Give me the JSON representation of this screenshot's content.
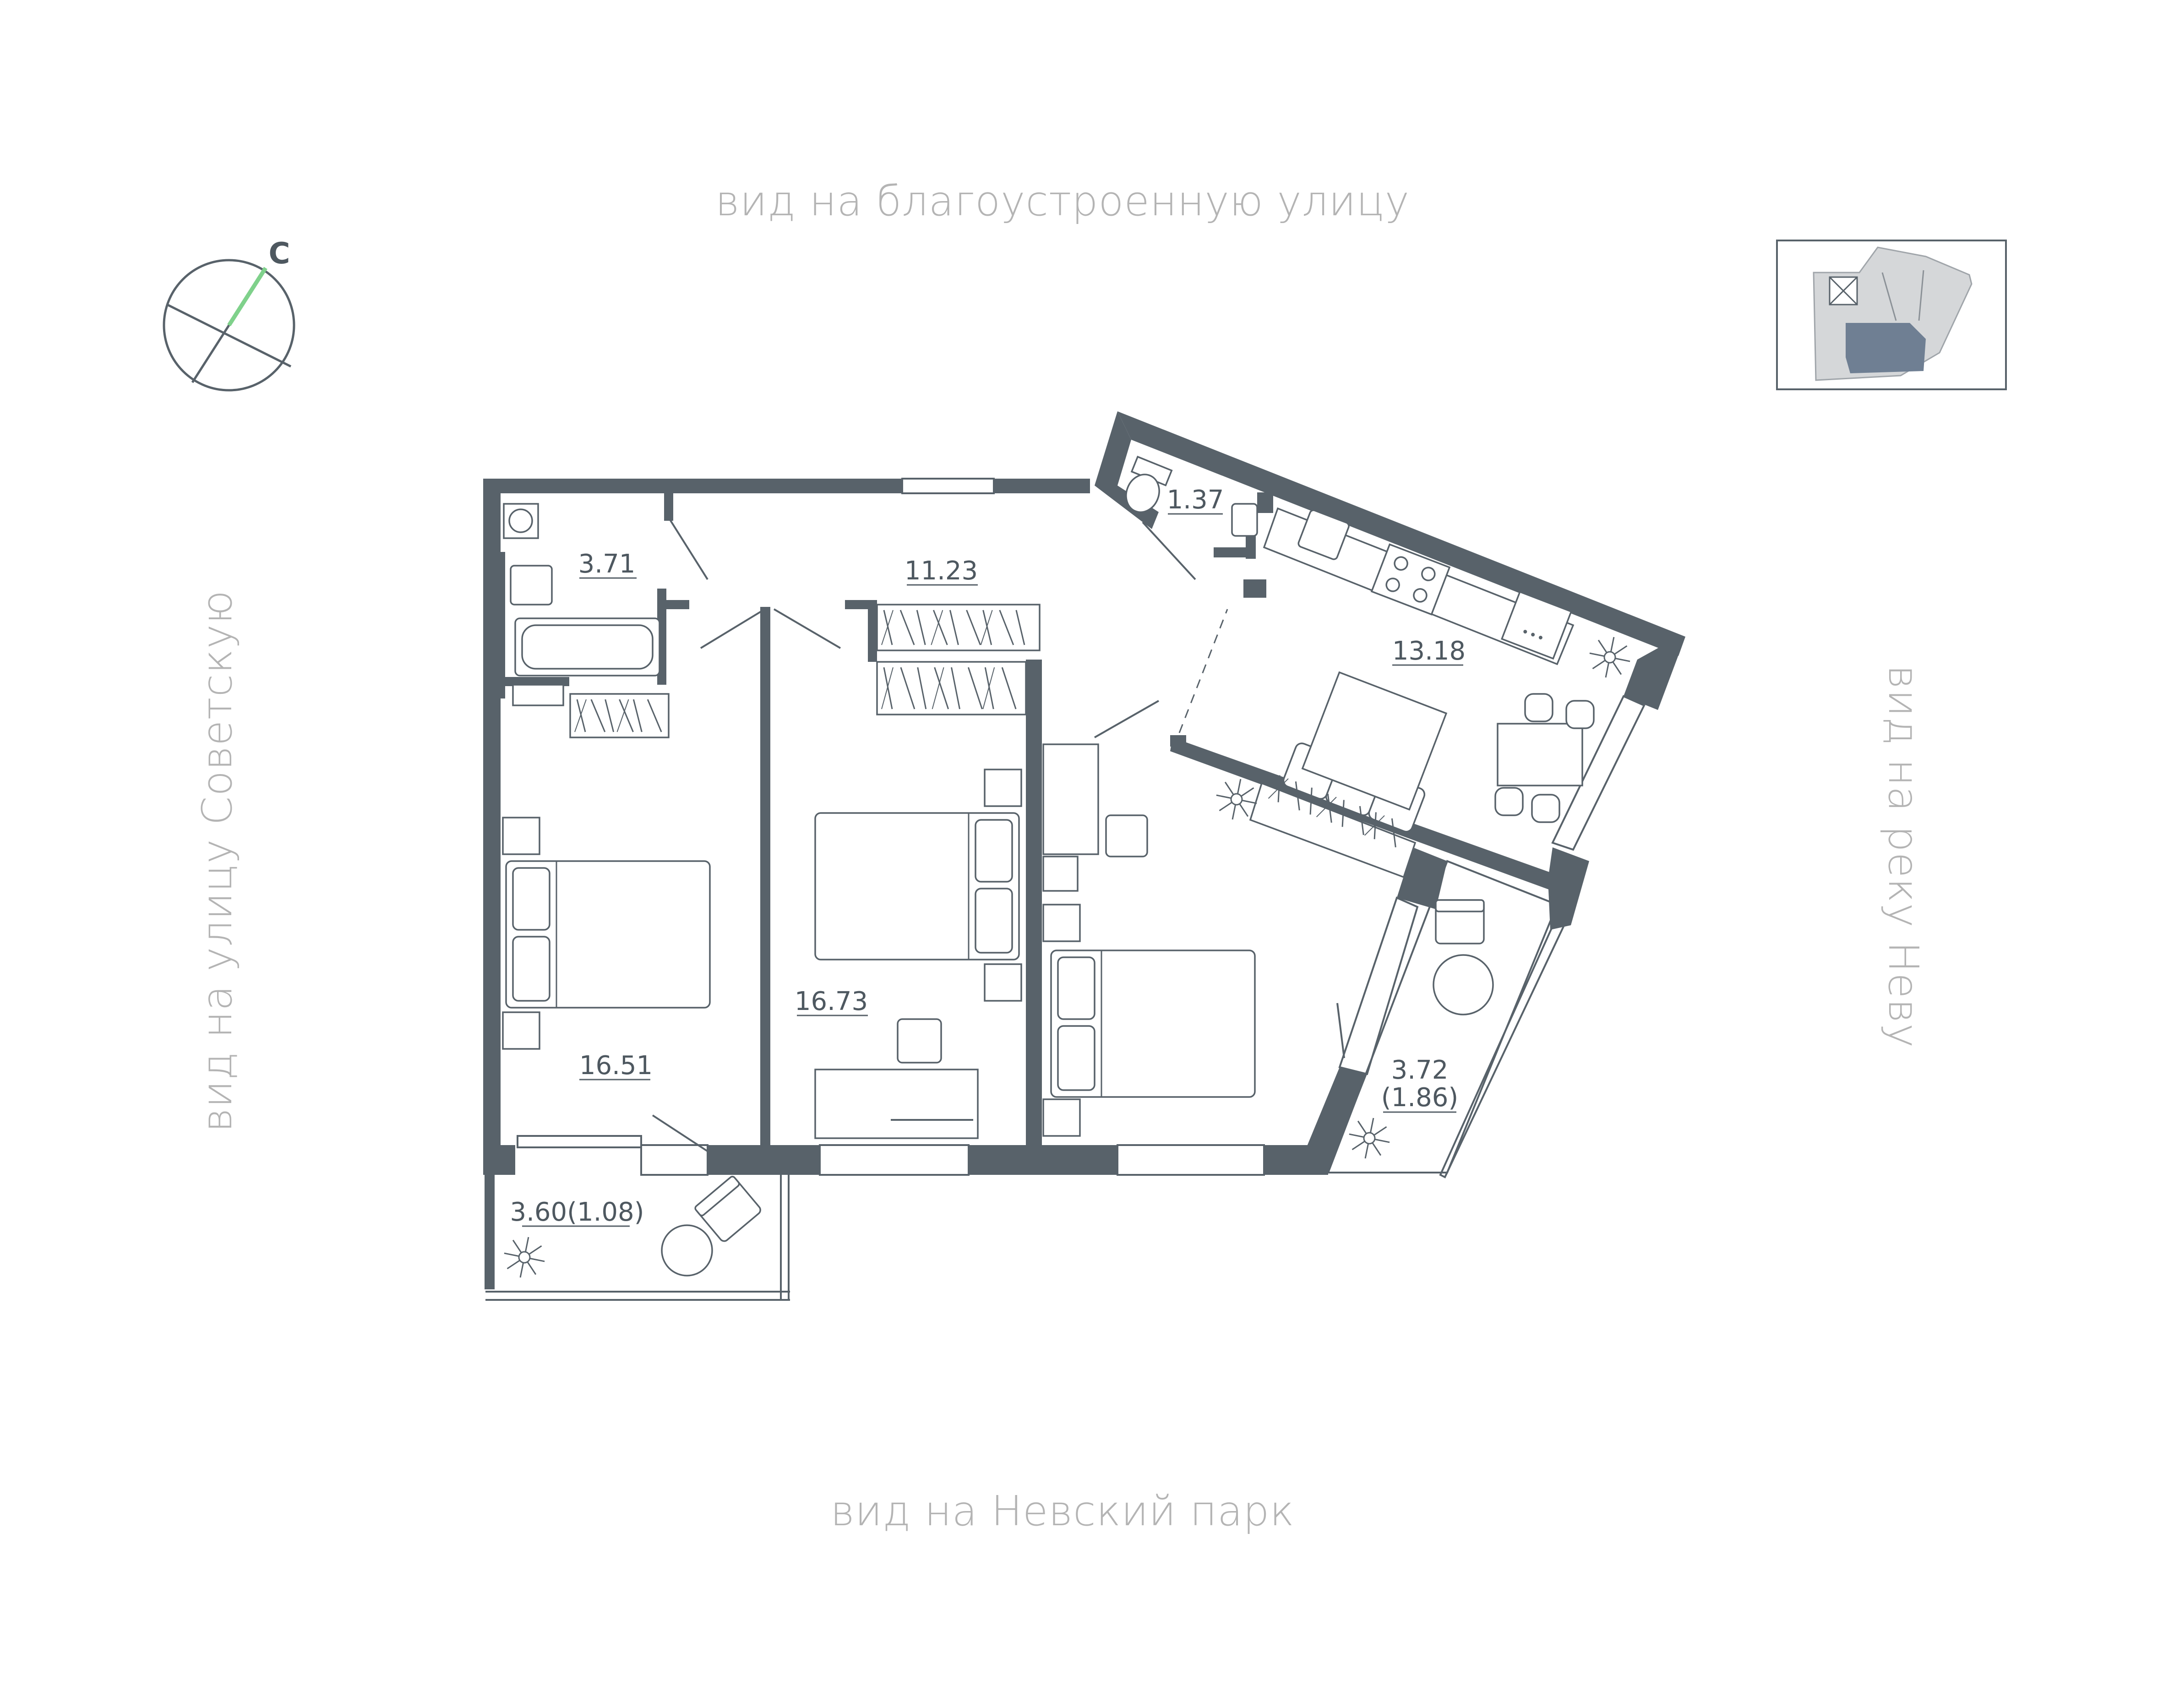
{
  "views": {
    "top": "вид на благоустроенную улицу",
    "bottom": "вид на Невский парк",
    "left": "вид на улицу Советскую",
    "right": "вид на реку Неву"
  },
  "compass": {
    "letter": "С",
    "accent": "#7fd18b"
  },
  "colors": {
    "wall": "#58626a",
    "label": "#b4b4b4",
    "keyplan_highlight": "#6f7f93"
  },
  "rooms": {
    "bathroom": "3.71",
    "wc": "1.37",
    "hall": "11.23",
    "kitchen_living": "13.18",
    "bedroom_left": "16.51",
    "bedroom_middle": "16.73",
    "balcony_right_area": "3.72",
    "balcony_right_coef": "(1.86)",
    "balcony_left": "3.60(1.08)"
  }
}
